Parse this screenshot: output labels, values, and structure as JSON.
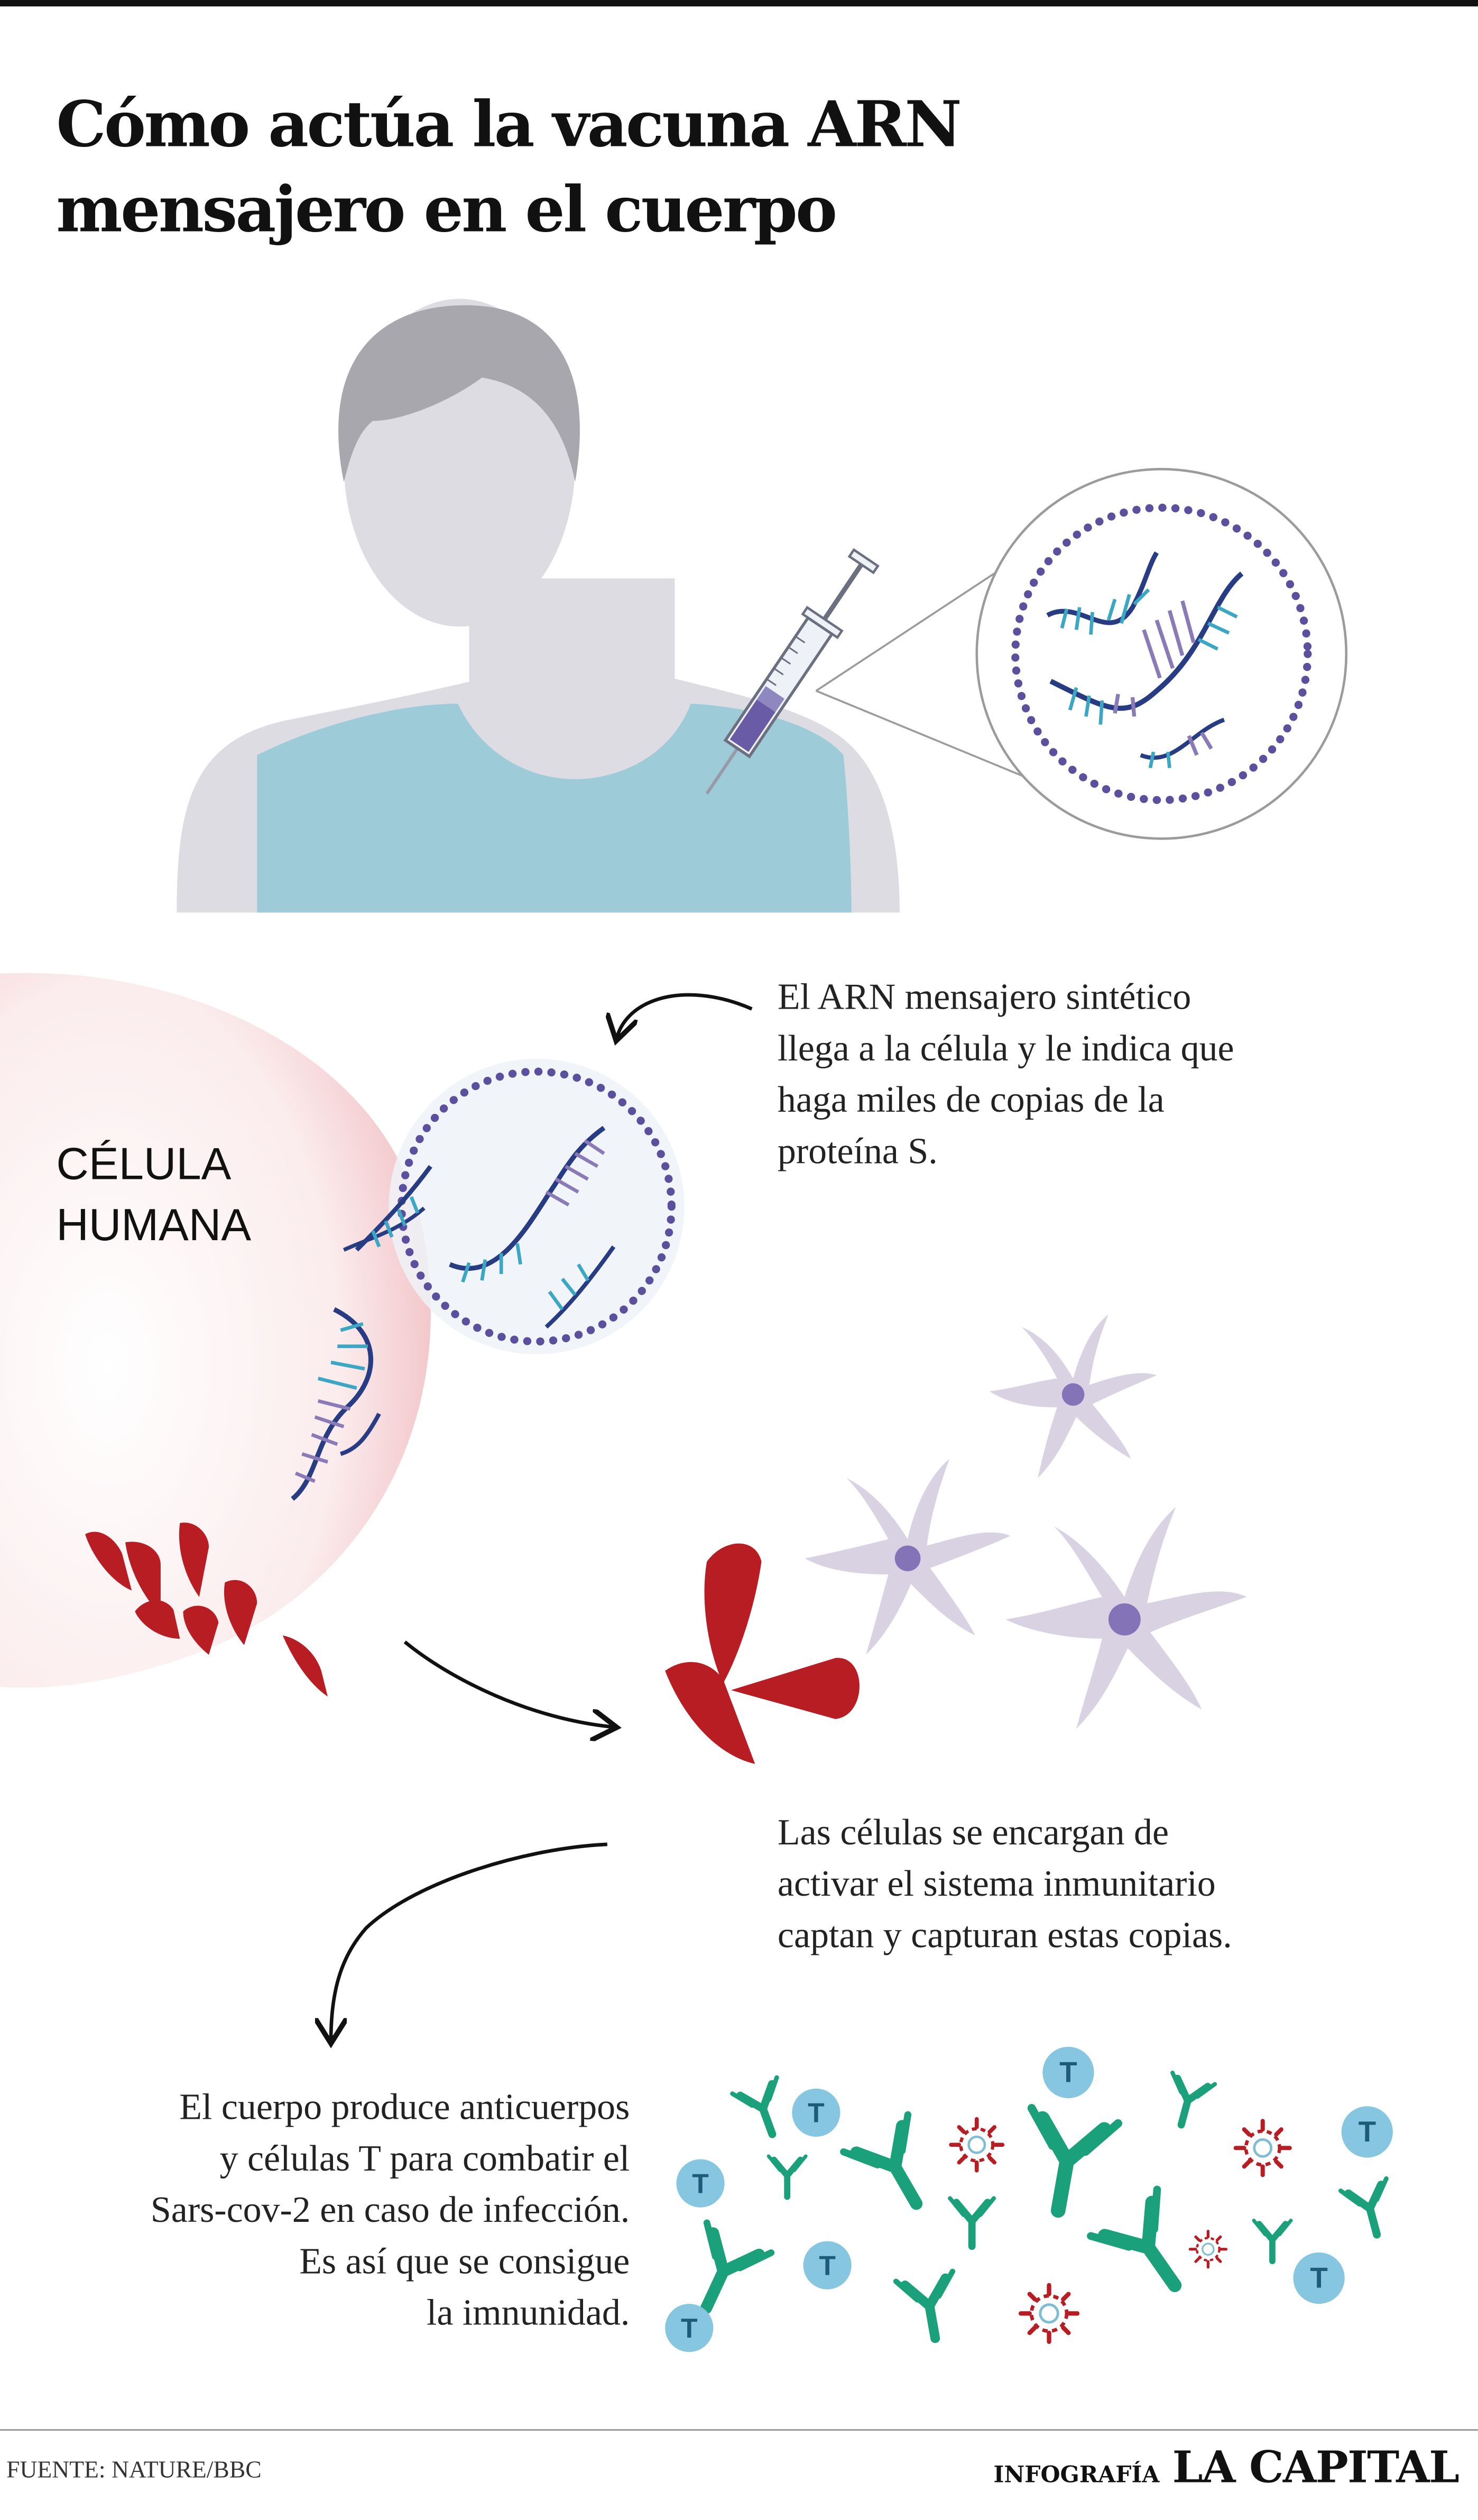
{
  "title": {
    "line1": "Cómo actúa la vacuna ARN",
    "line2": "mensajero en el cuerpo"
  },
  "cell": {
    "label_line1": "CÉLULA",
    "label_line2": "HUMANA"
  },
  "steps": [
    {
      "lines": [
        "El ARN mensajero sintético",
        "llega a la célula y le indica que",
        "haga miles de copias de la",
        "proteína S."
      ]
    },
    {
      "lines": [
        "Las células se encargan de",
        "activar el sistema inmunitario",
        "captan y capturan estas copias."
      ]
    },
    {
      "lines": [
        "El cuerpo produce anticuerpos",
        "y células T para combatir el",
        "Sars-cov-2 en caso de infección.",
        "Es así que se consigue",
        "la imnunidad."
      ]
    }
  ],
  "t_cell_letter": "T",
  "footer": {
    "source": "FUENTE: NATURE/BBC",
    "credit_label": "INFOGRAFÍA",
    "brand": "LA CAPITAL"
  },
  "colors": {
    "rna_dark": "#283c84",
    "rna_purple": "#8a7bb8",
    "rna_teal": "#3ba7c4",
    "protein_red": "#b81d24",
    "immune_lilac": "#d8d2e3",
    "antibody_green": "#1aa07a",
    "t_cell_blue": "#87c6e0",
    "shirt_blue": "#9ecbd8",
    "skin_gray": "#dedce3",
    "hair_gray": "#a7a7ad"
  }
}
